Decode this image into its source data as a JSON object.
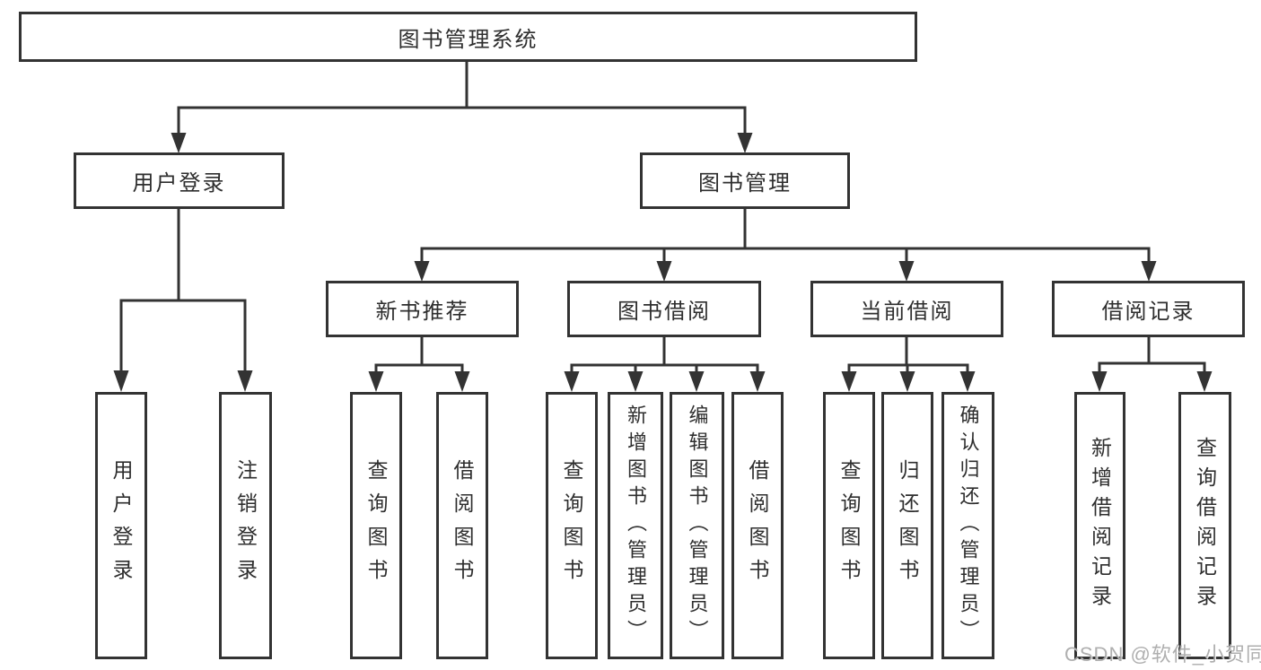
{
  "tree": {
    "label": "图书管理系统",
    "children": [
      {
        "label": "用户登录",
        "children": [
          {
            "label": "用户登录"
          },
          {
            "label": "注销登录"
          }
        ]
      },
      {
        "label": "图书管理",
        "children": [
          {
            "label": "新书推荐",
            "children": [
              {
                "label": "查询图书"
              },
              {
                "label": "借阅图书"
              }
            ]
          },
          {
            "label": "图书借阅",
            "children": [
              {
                "label": "查询图书"
              },
              {
                "label": "新增图书（管理员）"
              },
              {
                "label": "编辑图书（管理员）"
              },
              {
                "label": "借阅图书"
              }
            ]
          },
          {
            "label": "当前借阅",
            "children": [
              {
                "label": "查询图书"
              },
              {
                "label": "归还图书"
              },
              {
                "label": "确认归还（管理员）"
              }
            ]
          },
          {
            "label": "借阅记录",
            "children": [
              {
                "label": "新增借阅记录"
              },
              {
                "label": "查询借阅记录"
              }
            ]
          }
        ]
      }
    ]
  },
  "watermark": "CSDN @软件_小贺同学",
  "colors": {
    "line": "#333333",
    "box_border": "#333333",
    "text": "#2e2e2e",
    "watermark": "#a8a8a8",
    "background": "#ffffff"
  }
}
